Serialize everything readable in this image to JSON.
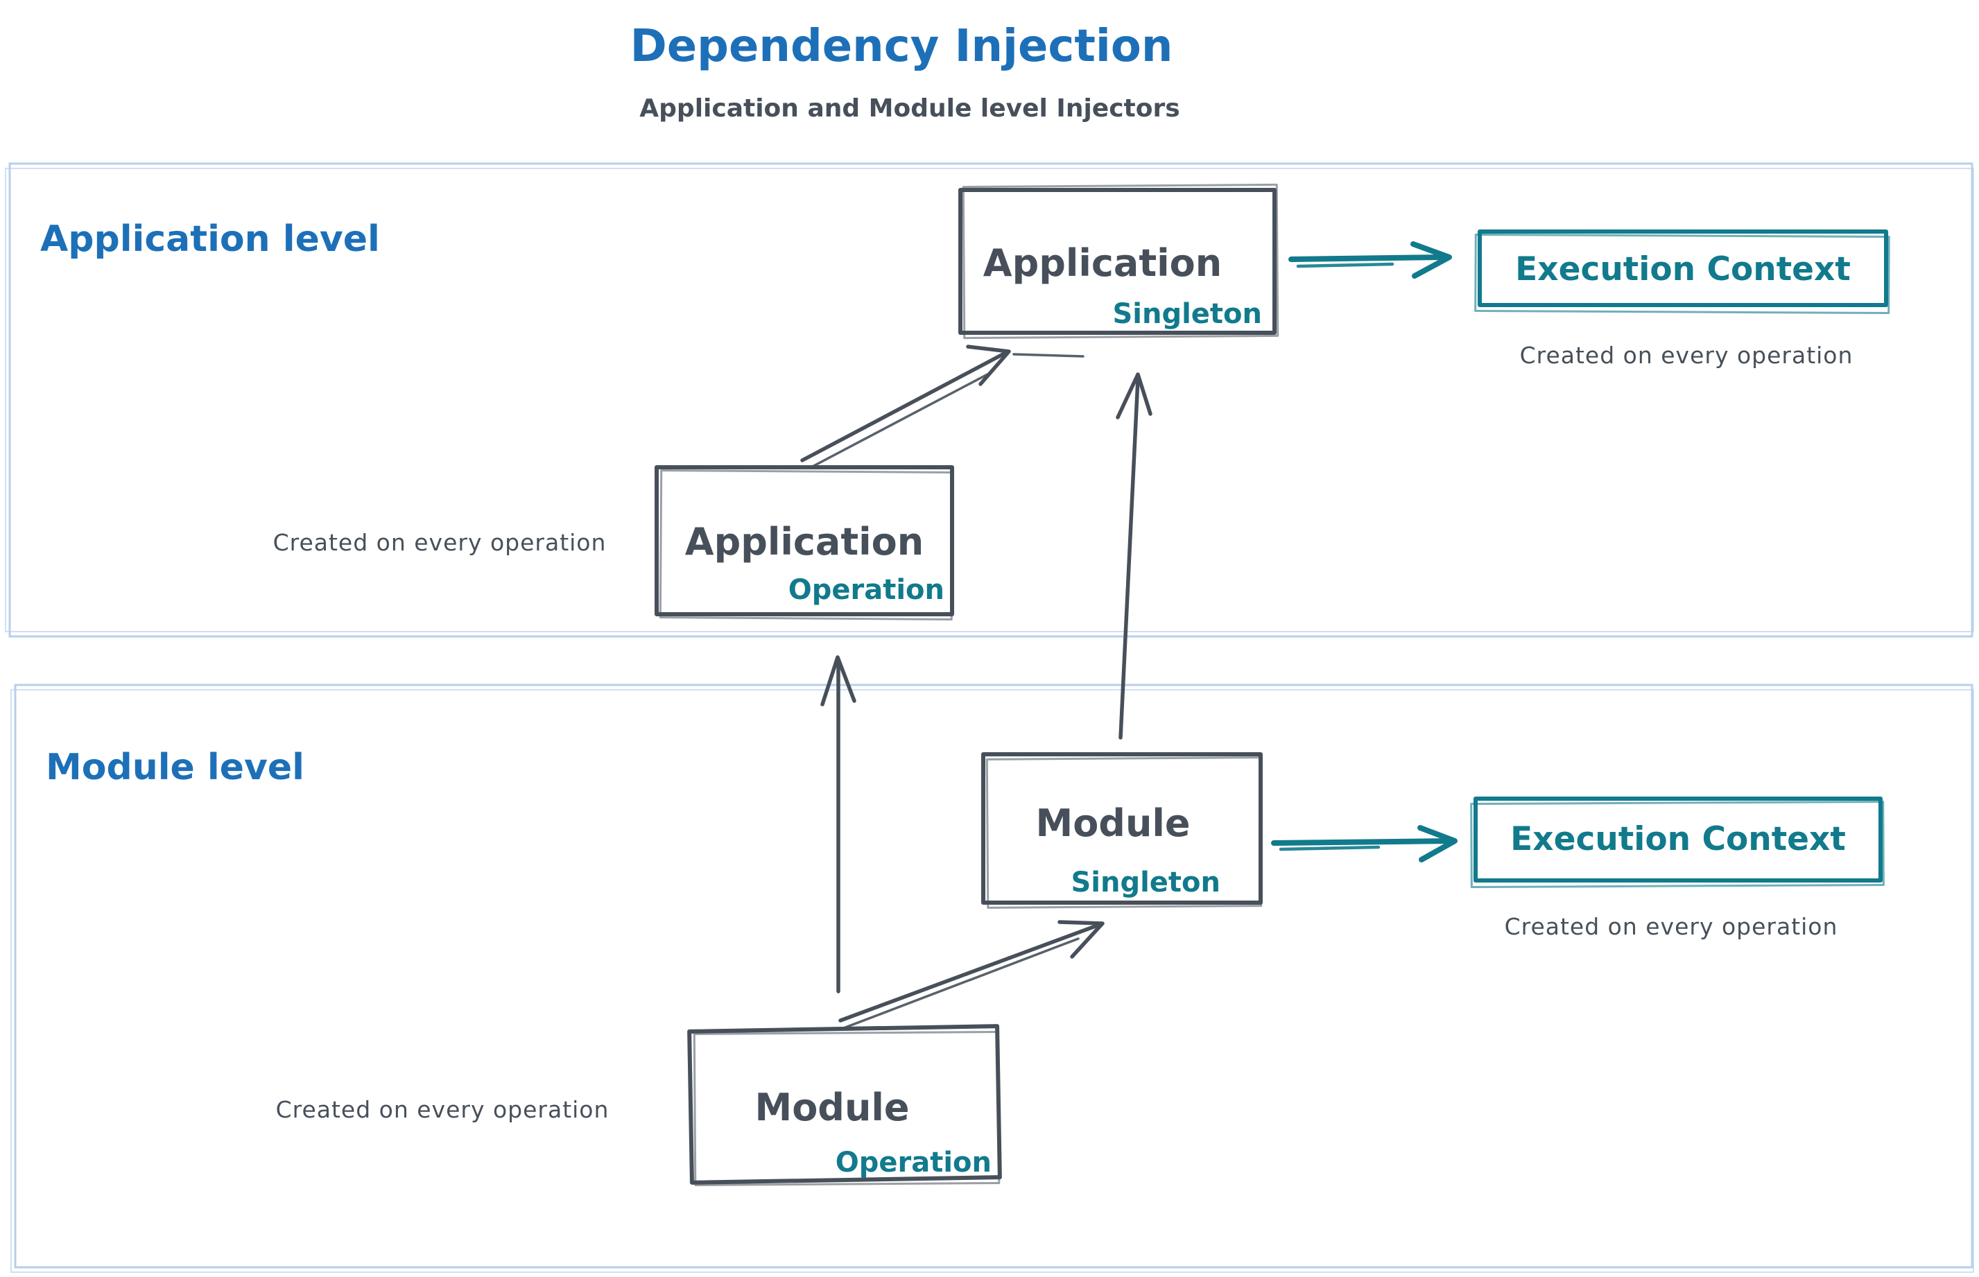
{
  "title": "Dependency Injection",
  "subtitle": "Application and Module level Injectors",
  "colors": {
    "blue": "#1d70b8",
    "dark": "#47505a",
    "teal": "#117a8c",
    "section-border": "#b7cfec",
    "background": "#ffffff"
  },
  "sections": [
    {
      "label": "Application level"
    },
    {
      "label": "Module level"
    }
  ],
  "nodes": {
    "app_singleton": {
      "label": "Application",
      "sublabel": "Singleton"
    },
    "app_operation": {
      "label": "Application",
      "sublabel": "Operation",
      "note": "Created on every operation"
    },
    "app_execution_context": {
      "label": "Execution Context",
      "note": "Created on every operation"
    },
    "module_singleton": {
      "label": "Module",
      "sublabel": "Singleton"
    },
    "module_operation": {
      "label": "Module",
      "sublabel": "Operation",
      "note": "Created on every operation"
    },
    "module_execution_context": {
      "label": "Execution Context",
      "note": "Created on every operation"
    }
  }
}
